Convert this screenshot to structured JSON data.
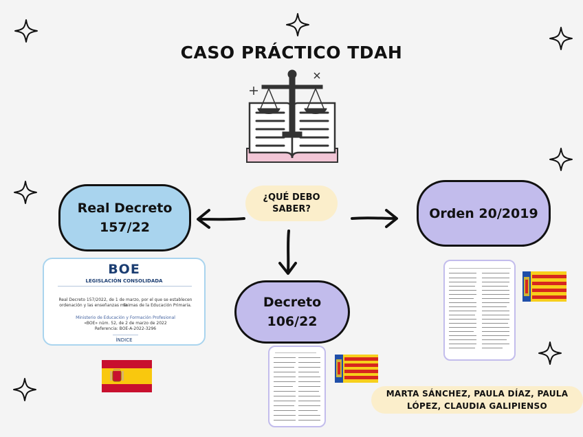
{
  "title": "CASO PRÁCTICO TDAH",
  "center": {
    "label": "¿QUÉ DEBO\nSABER?"
  },
  "nodes": {
    "real_decreto": "Real Decreto\n157/22",
    "orden": "Orden 20/2019",
    "decreto": "Decreto\n106/22"
  },
  "boe_doc": {
    "logo": "BOE",
    "subtitle": "LEGISLACIÓN CONSOLIDADA",
    "line1": "Real Decreto 157/2022, de 1 de marzo, por el que se establecen la",
    "line2": "ordenación y las enseñanzas mínimas de la Educación Primaria.",
    "line3": "Ministerio de Educación y Formación Profesional",
    "line4": "«BOE» núm. 52, de 2 de marzo de 2022",
    "line5": "Referencia: BOE-A-2022-3296",
    "index": "ÍNDICE"
  },
  "authors": "MARTA SÁNCHEZ, PAULA DÍAZ, PAULA\nLÓPEZ, CLAUDIA GALIPIENSO",
  "icons": [
    "sparkle-icon",
    "law-book-icon",
    "spain-flag-icon",
    "valencia-flag-icon",
    "arrow-icon"
  ],
  "colors": {
    "light_blue": "#a9d4ee",
    "lavender": "#c2bcec",
    "cream": "#fbeecb",
    "pink": "#f2c6d6",
    "background": "#f4f4f4"
  }
}
